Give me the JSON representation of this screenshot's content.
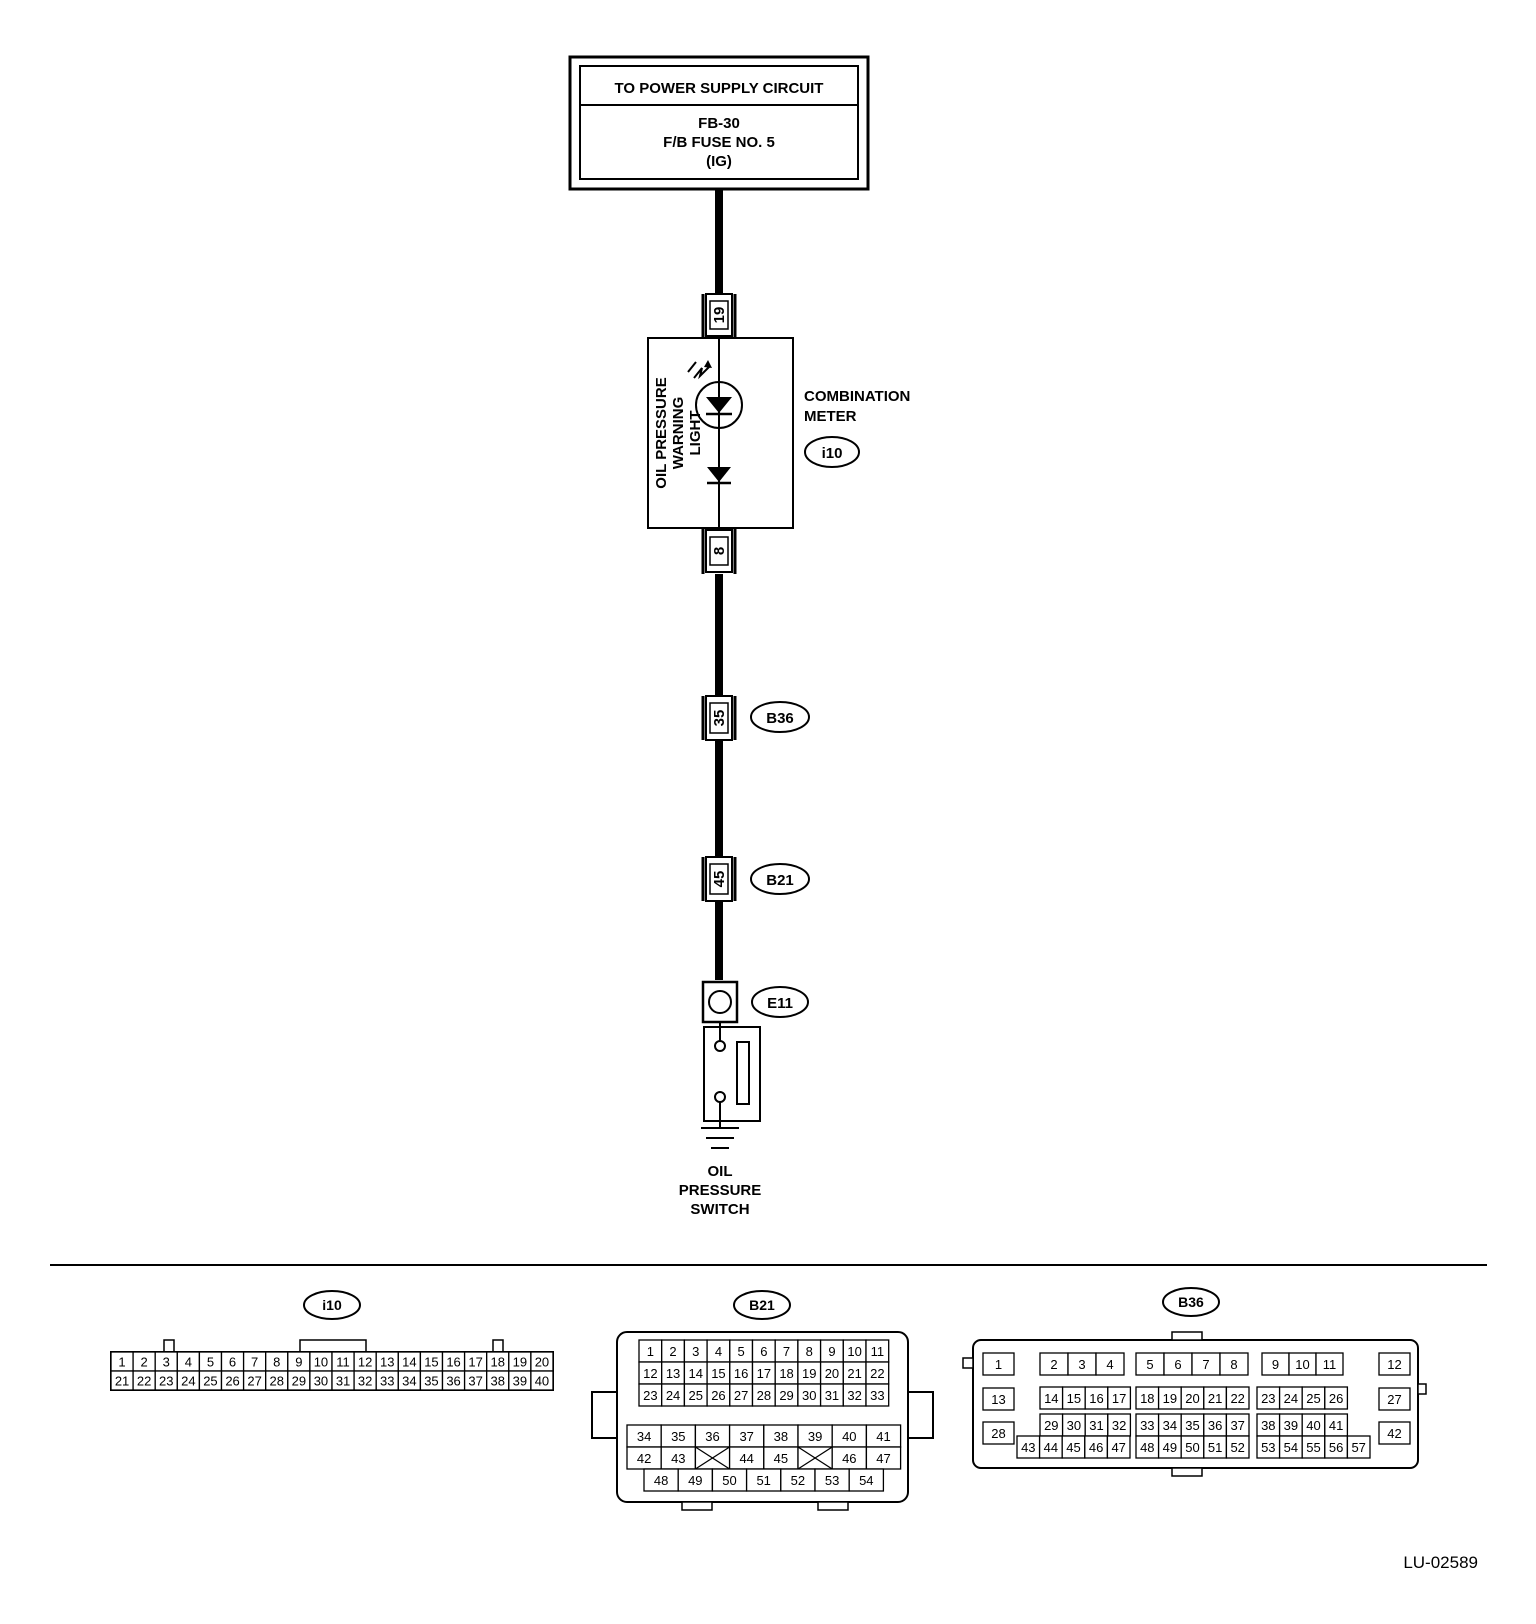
{
  "power_box": {
    "title": "TO POWER SUPPLY CIRCUIT",
    "line1": "FB-30",
    "line2": "F/B FUSE NO. 5",
    "line3": "(IG)"
  },
  "combination_meter": {
    "label_line1": "COMBINATION",
    "label_line2": "METER",
    "connector": "i10",
    "pin_in": "19",
    "pin_out": "8",
    "light_label_line1": "OIL PRESSURE",
    "light_label_line2": "WARNING",
    "light_label_line3": "LIGHT"
  },
  "b36_joint": {
    "pin": "35",
    "connector": "B36"
  },
  "b21_joint": {
    "pin": "45",
    "connector": "B21"
  },
  "oil_switch": {
    "connector": "E11",
    "label_line1": "OIL",
    "label_line2": "PRESSURE",
    "label_line3": "SWITCH"
  },
  "connector_views": {
    "i10": {
      "name": "i10",
      "row1": [
        "1",
        "2",
        "3",
        "4",
        "5",
        "6",
        "7",
        "8",
        "9",
        "10",
        "11",
        "12",
        "13",
        "14",
        "15",
        "16",
        "17",
        "18",
        "19",
        "20"
      ],
      "row2": [
        "21",
        "22",
        "23",
        "24",
        "25",
        "26",
        "27",
        "28",
        "29",
        "30",
        "31",
        "32",
        "33",
        "34",
        "35",
        "36",
        "37",
        "38",
        "39",
        "40"
      ]
    },
    "b21": {
      "name": "B21",
      "upper_row1": [
        "1",
        "2",
        "3",
        "4",
        "5",
        "6",
        "7",
        "8",
        "9",
        "10",
        "11"
      ],
      "upper_row2": [
        "12",
        "13",
        "14",
        "15",
        "16",
        "17",
        "18",
        "19",
        "20",
        "21",
        "22"
      ],
      "upper_row3": [
        "23",
        "24",
        "25",
        "26",
        "27",
        "28",
        "29",
        "30",
        "31",
        "32",
        "33"
      ],
      "lower_row1": [
        "34",
        "35",
        "36",
        "37",
        "38",
        "39",
        "40",
        "41"
      ],
      "lower_row2": [
        "42",
        "43",
        "",
        "44",
        "45",
        "",
        "46",
        "47"
      ],
      "lower_row3": [
        "48",
        "49",
        "50",
        "51",
        "52",
        "53",
        "54"
      ]
    },
    "b36": {
      "name": "B36",
      "side_left": [
        "1",
        "13",
        "28"
      ],
      "side_right": [
        "12",
        "27",
        "42"
      ],
      "top_groups": [
        [
          "2",
          "3",
          "4"
        ],
        [
          "5",
          "6",
          "7",
          "8"
        ],
        [
          "9",
          "10",
          "11"
        ]
      ],
      "mid_groups": [
        [
          "14",
          "15",
          "16",
          "17"
        ],
        [
          "18",
          "19",
          "20",
          "21",
          "22"
        ],
        [
          "23",
          "24",
          "25",
          "26"
        ]
      ],
      "row3_groups": [
        [
          "29",
          "30",
          "31",
          "32"
        ],
        [
          "33",
          "34",
          "35",
          "36",
          "37"
        ],
        [
          "38",
          "39",
          "40",
          "41"
        ]
      ],
      "row4_groups": [
        [
          "43",
          "44",
          "45",
          "46",
          "47"
        ],
        [
          "48",
          "49",
          "50",
          "51",
          "52"
        ],
        [
          "53",
          "54",
          "55",
          "56",
          "57"
        ]
      ]
    }
  },
  "figure_id": "LU-02589"
}
